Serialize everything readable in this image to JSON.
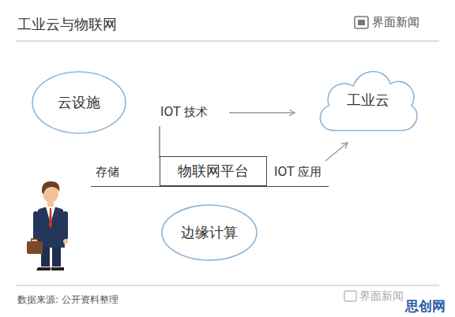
{
  "diagram": {
    "title": "工业云与物联网",
    "caption": "数据来源: 公开资料整理",
    "nodes": [
      {
        "text": [
          "云设施"
        ]
      },
      {
        "text": [
          "工业云"
        ]
      },
      {
        "text": [
          "物联网平台"
        ]
      },
      {
        "text": [
          "边缘计算"
        ]
      }
    ],
    "labels": [
      "界面新闻",
      "IOT 技术",
      "存储",
      "IOT 应用",
      "界面新闻",
      "思创网"
    ]
  }
}
